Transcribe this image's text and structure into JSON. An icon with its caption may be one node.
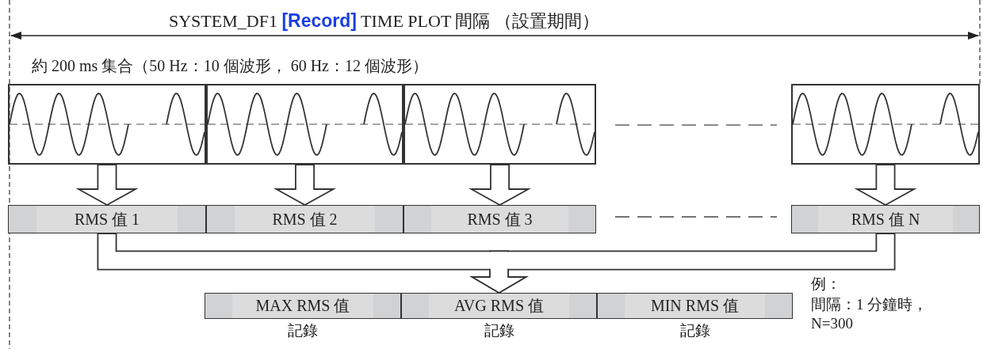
{
  "diagram": {
    "title": "SYSTEM_DF1 **[Record]** TIME PLOT 間隔 （設置期間）",
    "nodes": [
      {
        "text": [],
        "shape": "box"
      },
      {
        "text": [],
        "shape": "box"
      },
      {
        "text": [],
        "shape": "box"
      },
      {
        "text": [],
        "shape": "box"
      },
      {
        "text": [
          "RMS 值 1"
        ]
      },
      {
        "text": [
          "RMS 值 2"
        ]
      },
      {
        "text": [
          "RMS 值 3"
        ]
      },
      {
        "text": [
          "RMS 值 N"
        ]
      },
      {
        "text": [
          "MAX RMS 值"
        ],
        "beside": [
          "記錄"
        ]
      },
      {
        "text": [
          "AVG RMS 值"
        ],
        "beside": [
          "記錄"
        ]
      },
      {
        "text": [
          "MIN RMS 值"
        ],
        "beside": [
          "記錄"
        ]
      }
    ],
    "edges": [
      {
        "from": 0,
        "to": 4,
        "arrow": "to"
      },
      {
        "from": 1,
        "to": 5,
        "arrow": "to"
      },
      {
        "from": 2,
        "to": 6,
        "arrow": "to"
      },
      {
        "from": 3,
        "to": 7,
        "arrow": "to"
      },
      {
        "from": 4,
        "to": 9,
        "arrow": "to"
      },
      {
        "from": 7,
        "to": 9,
        "arrow": "to"
      }
    ],
    "labels": [
      "約 200 ms 集合（50 Hz：10 個波形， 60 Hz：12 個波形）",
      "例：",
      "間隔：1 分鐘時，",
      "N=300"
    ]
  }
}
